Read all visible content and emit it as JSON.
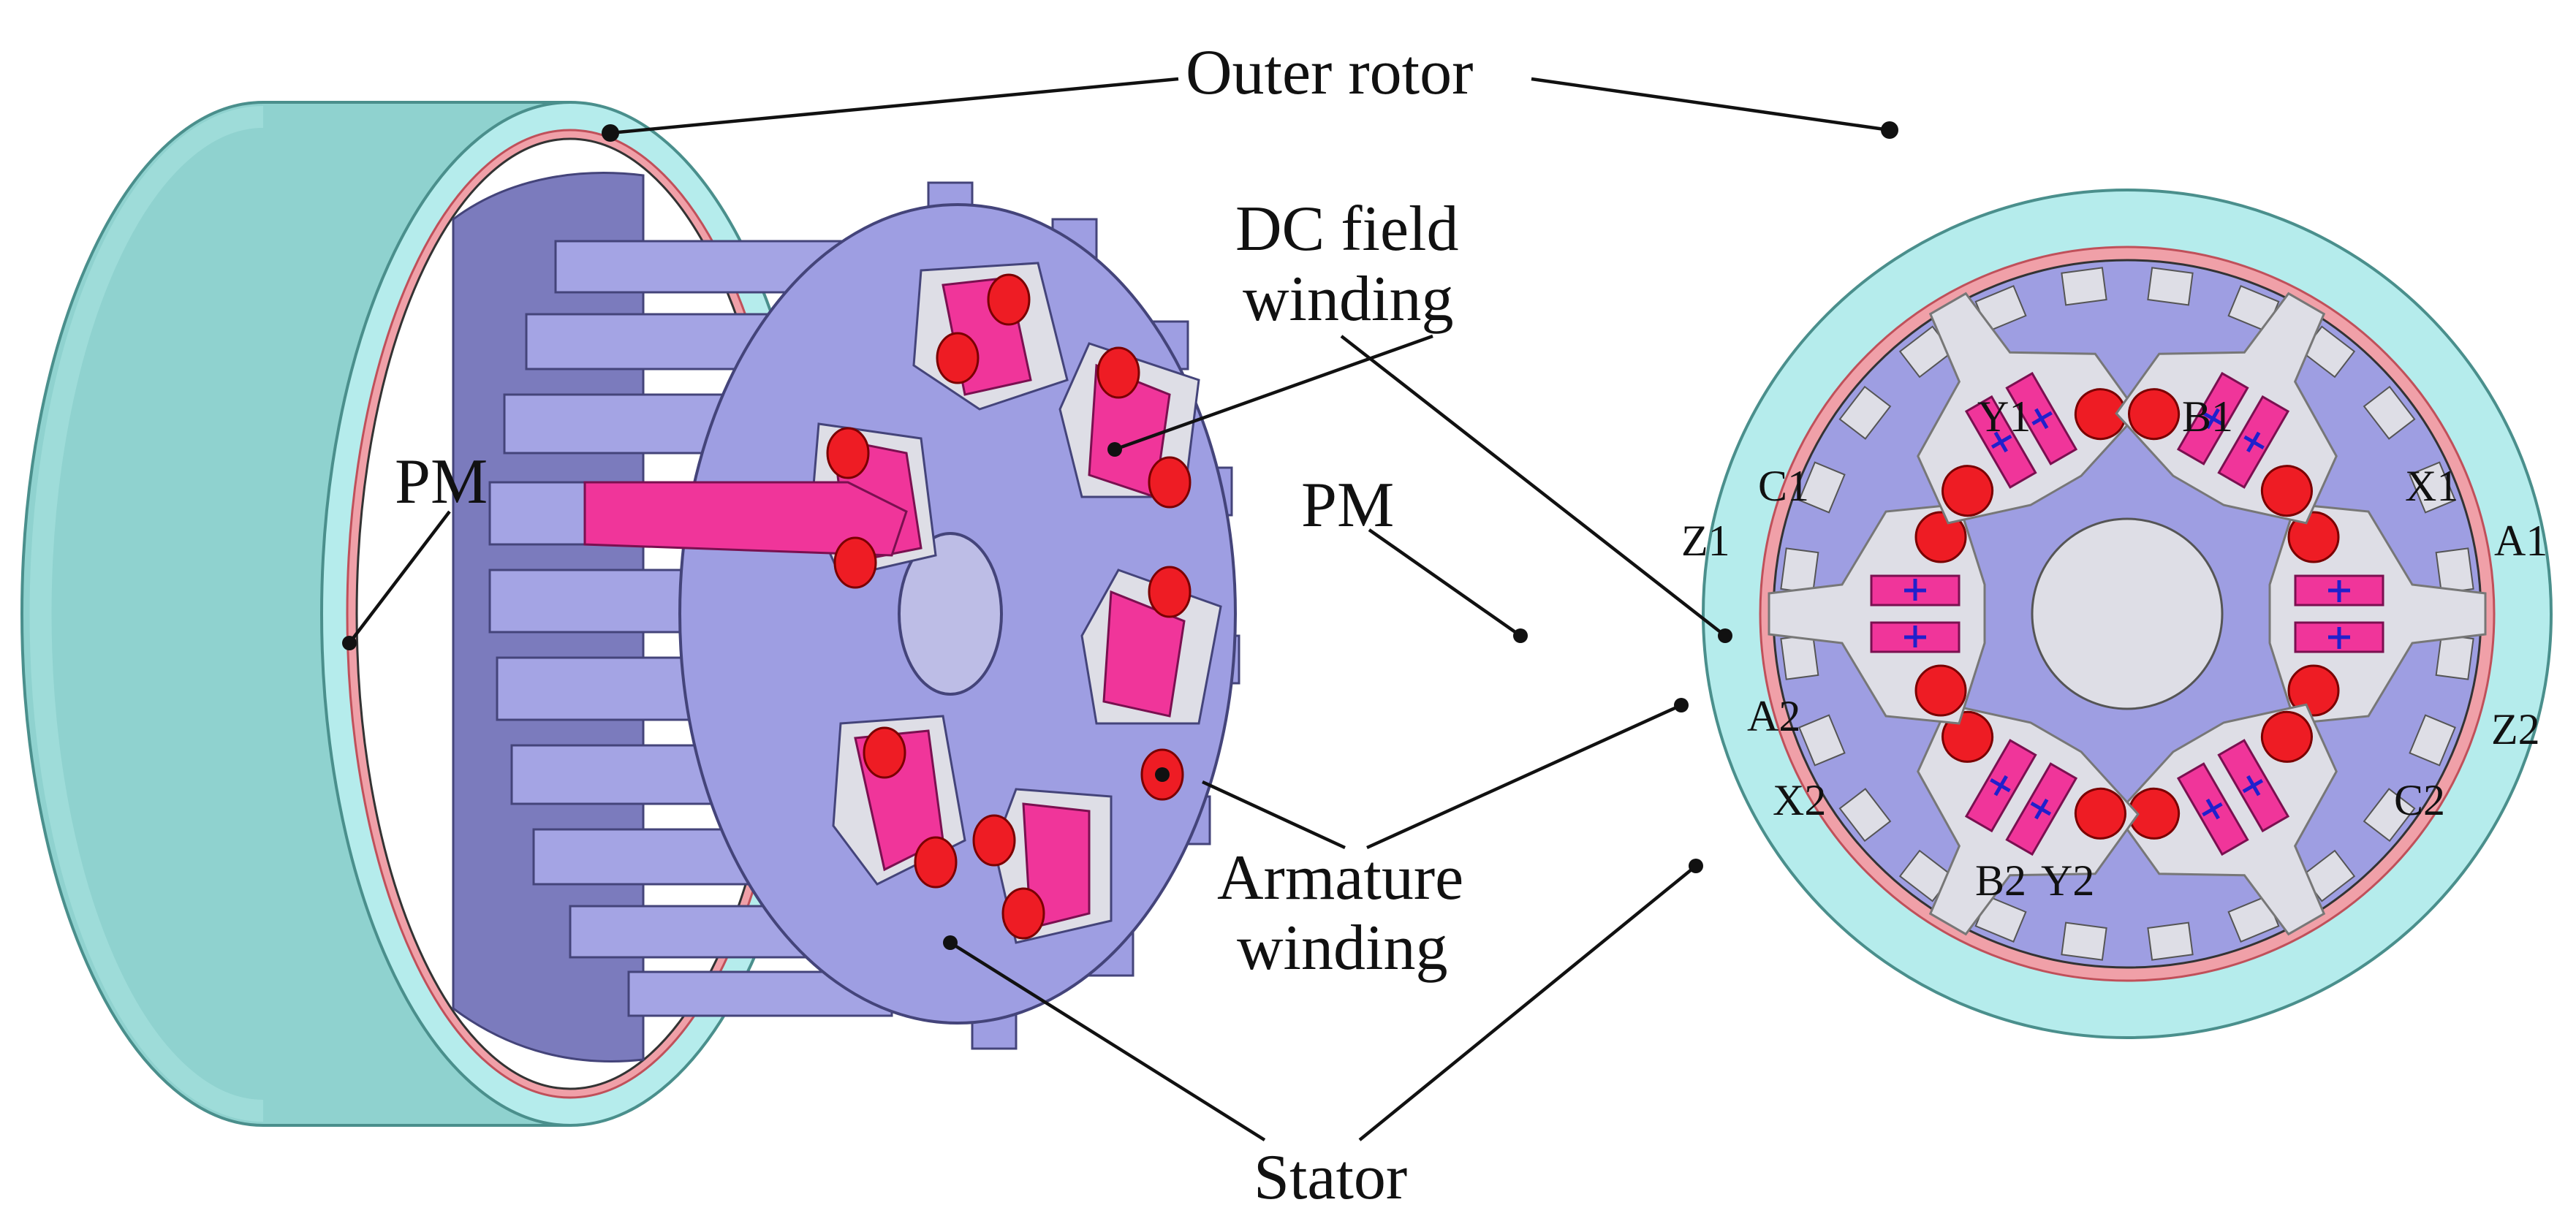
{
  "labels": {
    "outer_rotor": "Outer rotor",
    "dc_field_line1": "DC field",
    "dc_field_line2": "winding",
    "pm_left": "PM",
    "pm_right": "PM",
    "armature_line1": "Armature",
    "armature_line2": "winding",
    "stator": "Stator"
  },
  "ports": [
    "Y1",
    "B1",
    "C1",
    "X1",
    "Z1",
    "A1",
    "A2",
    "Z2",
    "X2",
    "C2",
    "B2",
    "Y2"
  ],
  "colors": {
    "rotor": "#b5ecec",
    "rotor_3d": "#8fd2cf",
    "pm": "#f0a0a8",
    "stator": "#9e9ee2",
    "slot": "#dedee6",
    "field_coil": "#f0359a",
    "armature_coil": "#ee1c24",
    "polarity": "#2020cc"
  }
}
